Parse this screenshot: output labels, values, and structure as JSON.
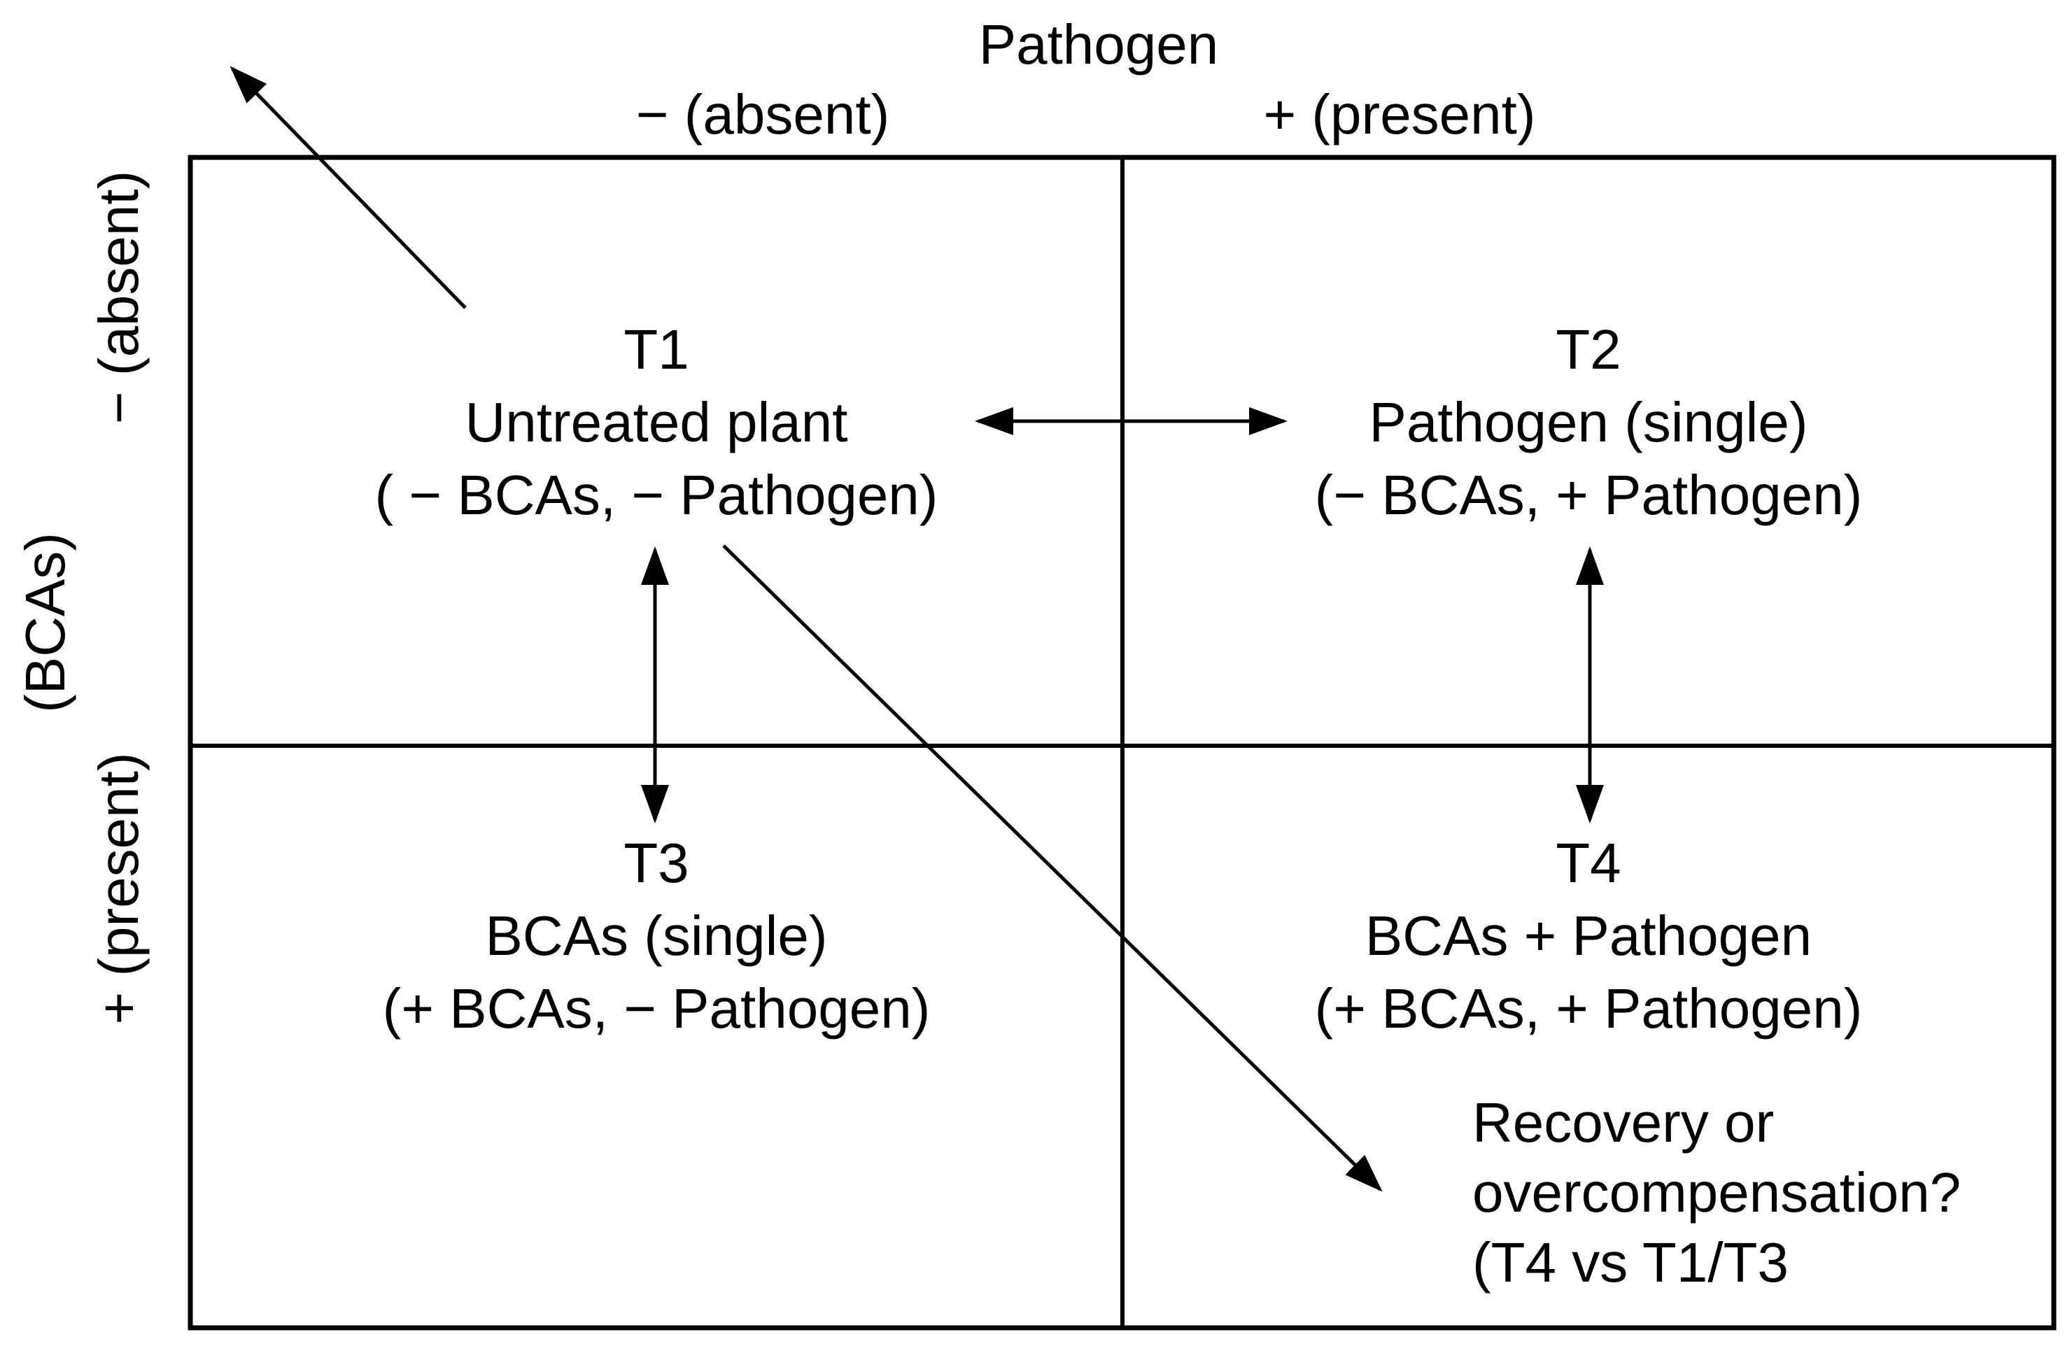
{
  "colors": {
    "ink": "#000000",
    "background": "#ffffff"
  },
  "axes": {
    "pathogen": {
      "title": "Pathogen",
      "absent_label": "− (absent)",
      "present_label": "+ (present)"
    },
    "bcas": {
      "title": "(BCAs)",
      "absent_label": "− (absent)",
      "present_label": "+ (present)"
    }
  },
  "quadrants": {
    "t1": {
      "code": "T1",
      "name": "Untreated plant",
      "detail": "( − BCAs, − Pathogen)"
    },
    "t2": {
      "code": "T2",
      "name": "Pathogen (single)",
      "detail": "(− BCAs, + Pathogen)"
    },
    "t3": {
      "code": "T3",
      "name": "BCAs (single)",
      "detail": "(+ BCAs, − Pathogen)"
    },
    "t4": {
      "code": "T4",
      "name": "BCAs + Pathogen",
      "detail": "(+ BCAs, + Pathogen)"
    }
  },
  "annotation": {
    "line1": "Recovery or",
    "line2": "overcompensation?",
    "line3": "(T4 vs T1/T3"
  }
}
